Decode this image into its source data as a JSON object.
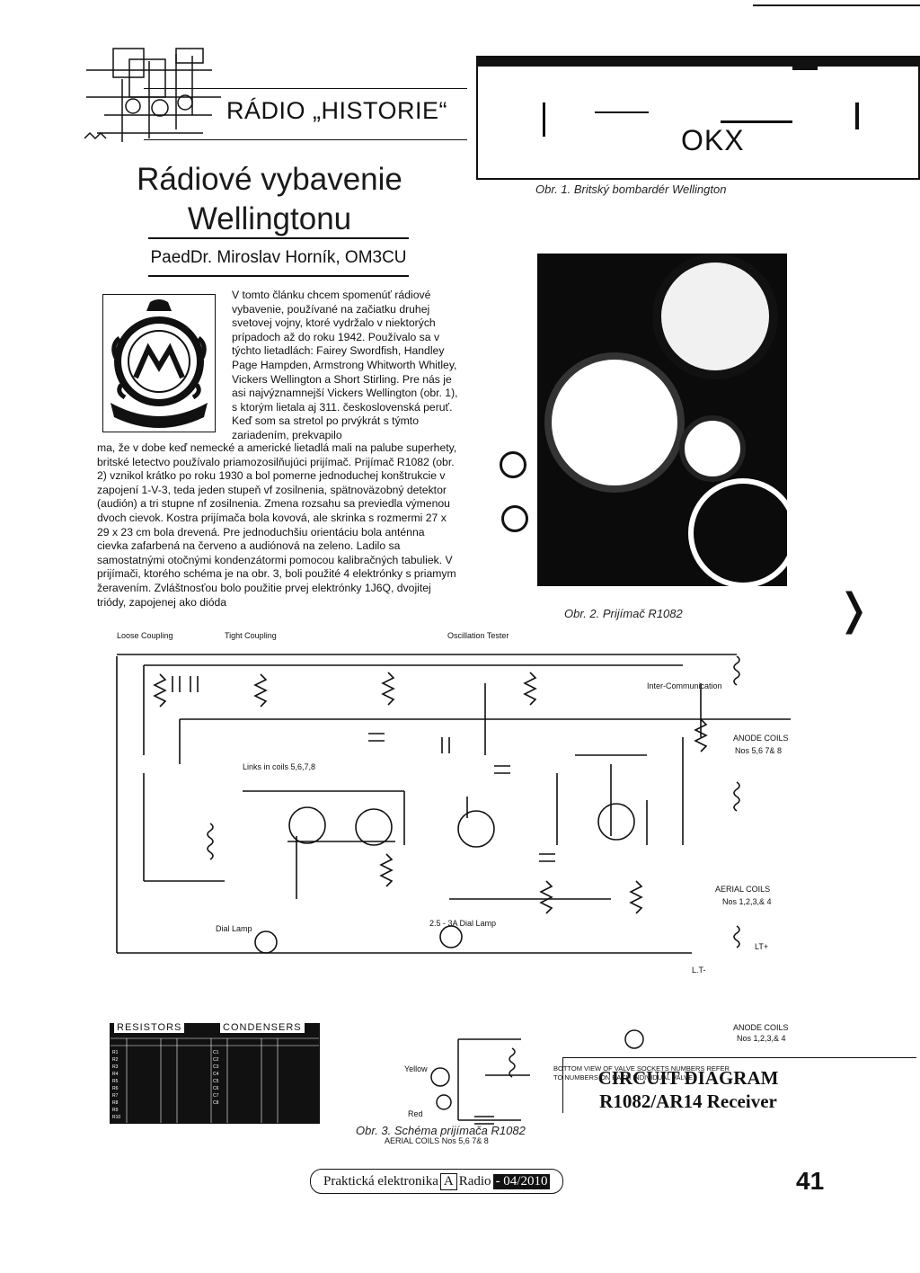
{
  "header": {
    "section_title": "RÁDIO „HISTORIE“"
  },
  "article": {
    "title_line1": "Rádiové vybavenie",
    "title_line2": "Wellingtonu",
    "author": "PaedDr. Miroslav Horník, OM3CU",
    "intro": "V tomto článku chcem spomenúť rádiové vybavenie, používané na začiatku druhej svetovej vojny, ktoré vydržalo v niektorých prípadoch až do roku 1942. Používalo sa v týchto lietadlách: Fairey Swordfish, Handley Page Hampden, Armstrong Whitworth Whitley, Vickers Wellington a Short Stirling. Pre nás je asi najvýznamnejší Vickers Wellington (obr. 1), s ktorým lietala aj 311. československá peruť. Keď som sa stretol po prvýkrát s týmto zariadením, prekvapilo",
    "body": "ma, že v dobe keď nemecké a americké lietadlá mali na palube superhety, britské letectvo používalo priamozosilňujúci prijímač. Prijímač R1082 (obr. 2) vznikol krátko po roku 1930 a bol pomerne jednoduchej konštrukcie v zapojení 1-V-3, teda jeden stupeň vf zosilnenia, spätnoväzobný detektor (audión) a tri stupne nf zosilnenia. Zmena rozsahu sa previedla výmenou dvoch cievok. Kostra prijímača bola kovová, ale skrinka s rozmermi 27 x 29 x 23 cm bola drevená. Pre jednoduchšiu orientáciu bola anténna cievka zafarbená na červeno a audiónová na zeleno. Ladilo sa samostatnými otočnými kondenzátormi pomocou kalibračných tabuliek. V prijímači, ktorého schéma je na obr. 3, boli použité 4 elektrónky s priamym žeravením. Zvláštnosťou bolo použitie prvej elektrónky 1J6Q, dvojitej triódy, zapojenej ako dióda"
  },
  "figures": {
    "fig1_caption": "Obr. 1. Britský bombardér Wellington",
    "fig1_marking": "OKX",
    "fig2_caption": "Obr. 2. Prijímač R1082",
    "fig3_caption": "Obr. 3. Schéma prijímača R1082"
  },
  "schematic": {
    "labels": {
      "loose_coupling": "Loose Coupling",
      "tight_coupling": "Tight Coupling",
      "oscillation_tester": "Oscillation Tester",
      "inter_communication": "Inter-Communication",
      "anode_coils": "ANODE COILS",
      "anode_coils_nos": "Nos 5,6 7& 8",
      "aerial_coils": "AERIAL COILS",
      "aerial_coils_nos": "Nos 1,2,3,& 4",
      "anode_coils_2": "ANODE COILS",
      "anode_coils_2_nos": "Nos 1,2,3,& 4",
      "links_in_coils": "Links in coils 5,6,7,8",
      "dial_lamp": "Dial Lamp",
      "dial_lamp_2": "2.5 - 3A Dial Lamp",
      "lt_plus": "LT+",
      "lt_minus": "L.T-",
      "bottom_view": "BOTTOM VIEW OF VALVE SOCKETS NUMBERS REFER TO NUMBERS ON EACH INDIVIDUAL VALVE",
      "aerial_coils_bottom": "AERIAL COILS Nos 5,6 7& 8",
      "yellow": "Yellow",
      "red": "Red"
    },
    "resistors_header": "RESISTORS",
    "condensers_header": "CONDENSERS"
  },
  "circuit_title": {
    "line1": "CIRCUIT DIAGRAM",
    "line2": "R1082/AR14 Receiver"
  },
  "footer": {
    "magazine_a": "Praktická elektronika",
    "magazine_b": "A",
    "magazine_c": "Radio",
    "issue": "- 04/2010",
    "page": "41"
  }
}
